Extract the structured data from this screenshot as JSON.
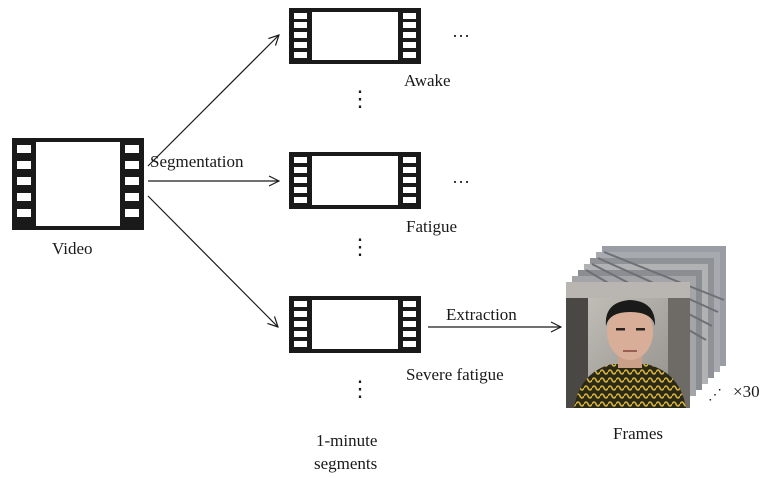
{
  "labels": {
    "video": "Video",
    "segmentation": "Segmentation",
    "awake": "Awake",
    "fatigue": "Fatigue",
    "severe_fatigue": "Severe fatigue",
    "segments_line1": "1-minute",
    "segments_line2": "segments",
    "extraction": "Extraction",
    "frames": "Frames",
    "multiplier": "×30",
    "ellipsis": "…",
    "vertical_dots": "⋮",
    "diag_dots": "⋰"
  }
}
